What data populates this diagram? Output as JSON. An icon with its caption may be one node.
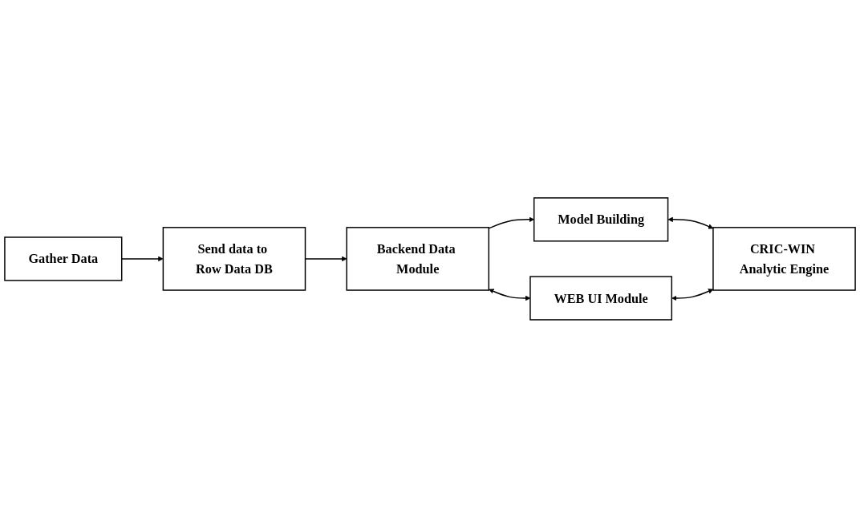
{
  "diagram": {
    "nodes": [
      {
        "text": [
          "Gather Data"
        ]
      },
      {
        "text": [
          "Send data to Row Data DB"
        ]
      },
      {
        "text": [
          "Backend Data Module"
        ]
      },
      {
        "text": [
          "Model Building"
        ]
      },
      {
        "text": [
          "WEB UI Module"
        ]
      },
      {
        "text": [
          "CRIC-WIN Analytic Engine"
        ]
      }
    ],
    "edges": [
      {
        "from": 0,
        "to": 1,
        "arrow": "to"
      },
      {
        "from": 1,
        "to": 2,
        "arrow": "to"
      },
      {
        "from": 2,
        "to": 3,
        "arrow": "to"
      },
      {
        "from": 2,
        "to": 4,
        "arrow": "both"
      },
      {
        "from": 3,
        "to": 5,
        "arrow": "both"
      },
      {
        "from": 4,
        "to": 5,
        "arrow": "both"
      }
    ]
  }
}
